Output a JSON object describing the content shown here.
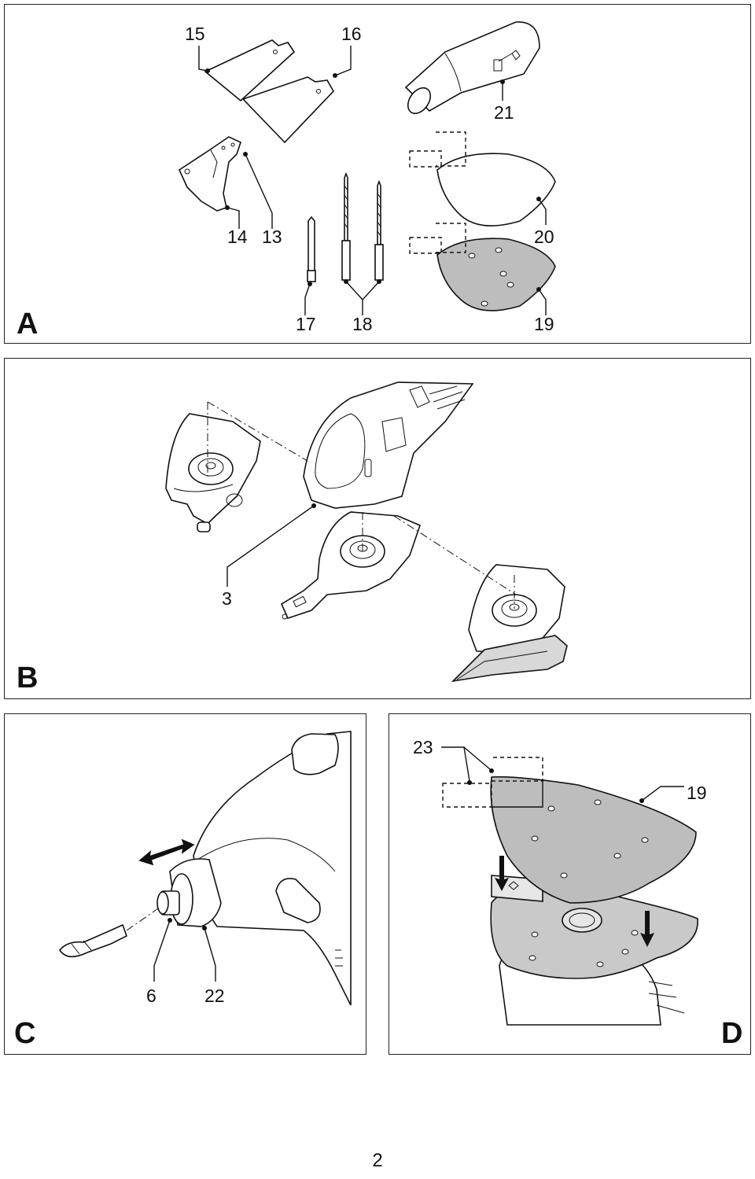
{
  "panels": {
    "a": {
      "letter": "A",
      "labels": {
        "l15": "15",
        "l16": "16",
        "l21": "21",
        "l14": "14",
        "l13": "13",
        "l20": "20",
        "l17": "17",
        "l18": "18",
        "l19": "19"
      }
    },
    "b": {
      "letter": "B",
      "labels": {
        "l3": "3"
      }
    },
    "c": {
      "letter": "C",
      "labels": {
        "l6": "6",
        "l22": "22"
      }
    },
    "d": {
      "letter": "D",
      "labels": {
        "l23": "23",
        "l19": "19"
      }
    }
  },
  "page_number": "2"
}
